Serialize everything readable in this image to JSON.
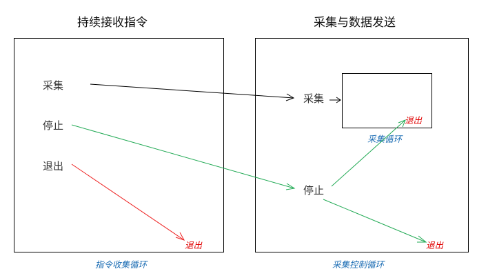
{
  "titles": {
    "left": "持续接收指令",
    "right": "采集与数据发送"
  },
  "left_box": {
    "items": {
      "collect": "采集",
      "stop": "停止",
      "exit": "退出"
    },
    "exit_target": "退出",
    "caption": "指令收集循环"
  },
  "right_box": {
    "collect": "采集",
    "stop": "停止",
    "inner_exit": "退出",
    "inner_caption": "采集循环",
    "stop_exit": "退出",
    "caption": "采集控制循环"
  },
  "colors": {
    "collect_arrow": "#000000",
    "stop_arrow": "#22aa55",
    "exit_arrow": "#ee2222",
    "caption": "#1f6fb5",
    "exit_text": "#e00000"
  }
}
